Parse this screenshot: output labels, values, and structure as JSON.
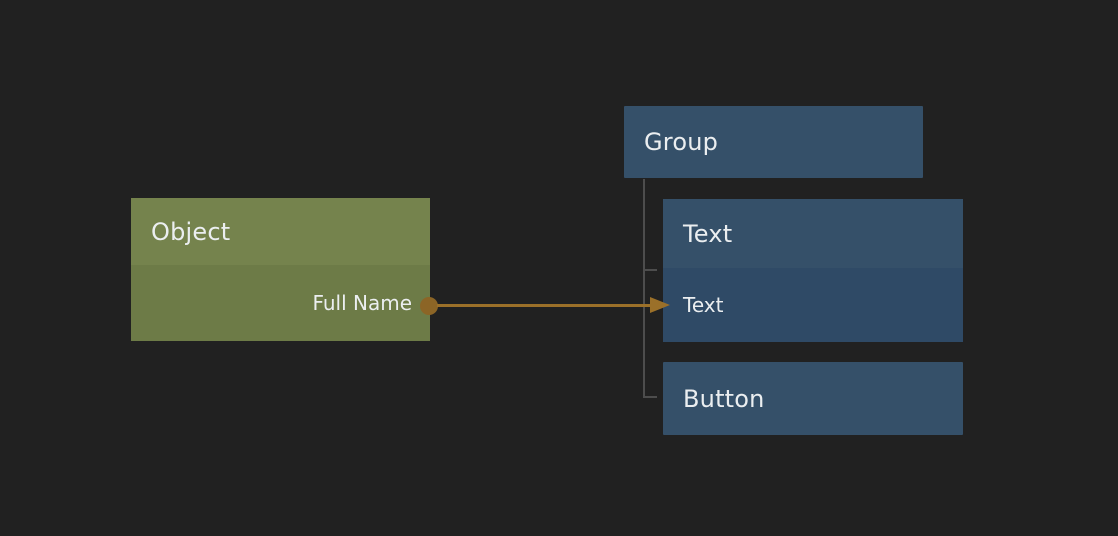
{
  "canvas": {
    "background_color": "#212121",
    "tree_line_color": "#4d4d4d"
  },
  "nodes": {
    "object": {
      "title": "Object",
      "output_label": "Full Name",
      "header_color": "#75834d",
      "body_color": "#6d7b47"
    },
    "group": {
      "title": "Group",
      "color": "#355069"
    },
    "text": {
      "title": "Text",
      "property_label": "Text",
      "header_color": "#355069",
      "body_color": "#2f4a66"
    },
    "button": {
      "title": "Button",
      "color": "#355069"
    }
  },
  "connection": {
    "from_node": "Object",
    "from_output": "Full Name",
    "to_node": "Text",
    "to_property": "Text",
    "color": "#9b7029",
    "port_color": "#8c6526"
  }
}
